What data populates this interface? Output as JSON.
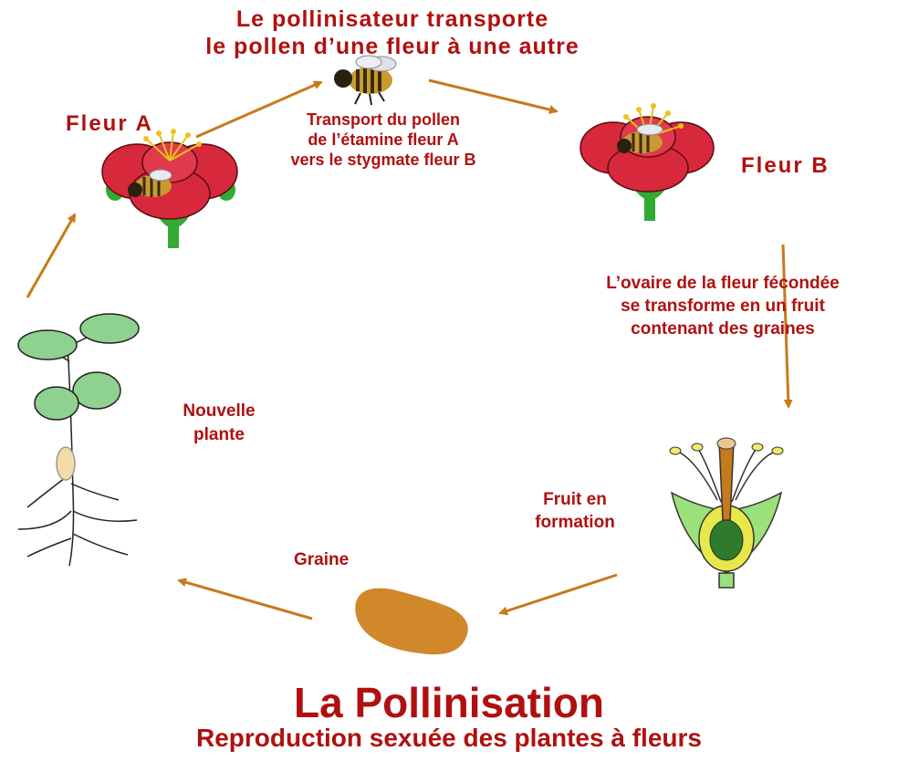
{
  "labels": {
    "top_line1": "Le pollinisateur transporte",
    "top_line2": "le pollen d’une fleur à une autre",
    "transport_line1": "Transport du pollen",
    "transport_line2": "de l’étamine fleur A",
    "transport_line3": "vers  le stygmate fleur B",
    "fleur_a": "Fleur A",
    "fleur_b": "Fleur B",
    "ovaire_line1": "L’ovaire de la fleur fécondée",
    "ovaire_line2": "se transforme en un fruit",
    "ovaire_line3": "contenant des graines",
    "fruit_line1": "Fruit en",
    "fruit_line2": "formation",
    "graine": "Graine",
    "nouvelle_line1": "Nouvelle",
    "nouvelle_line2": "plante",
    "title": "La Pollinisation",
    "subtitle": "Reproduction sexuée des plantes à fleurs"
  },
  "colors": {
    "text": "#b01010",
    "arrow": "#c77a1c",
    "petal": "#d8283c",
    "stem": "#33aa33",
    "leaf": "#8fd18f",
    "seed": "#d0882a"
  }
}
